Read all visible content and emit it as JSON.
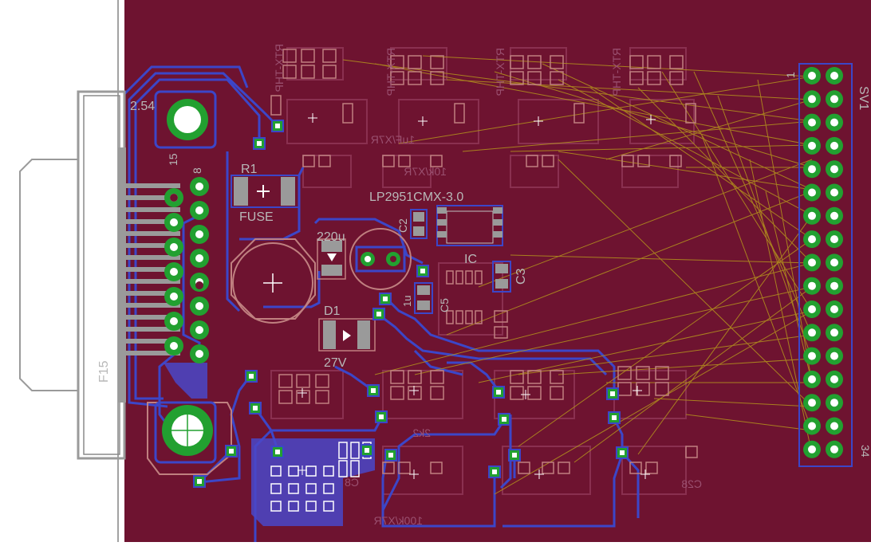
{
  "board": {
    "colors": {
      "background": "#6e1330",
      "outside": "#ffffff",
      "copper_bottom": "#3c46c8",
      "copper_top": "#7a2a3e",
      "pad": "#22a030",
      "via_fill": "#ffffff",
      "silk": "#b0b0b0",
      "airwire": "#b08c1e",
      "docu": "#c08080"
    }
  },
  "labels": {
    "hole_label": "2.54",
    "pin15": "15",
    "pin8": "8",
    "r1": "R1",
    "fuse": "FUSE",
    "cap_220u": "220u",
    "d1": "D1",
    "zener": "27V",
    "regulator": "LP2951CMX-3.0",
    "c2": "C2",
    "c3": "C3",
    "c5": "C5",
    "ic": "IC",
    "cap_1u": "1u",
    "connector": "F15",
    "header": "SV1",
    "header_pin1": "1",
    "header_pin34": "34"
  },
  "smd_mirrored": [
    "RTX-THP",
    "RTX-THP",
    "RTX-THP",
    "RTX-THP",
    "1uF/X7R",
    "10k/X7R",
    "100k/X7R",
    "C8",
    "2k2",
    "C28"
  ]
}
